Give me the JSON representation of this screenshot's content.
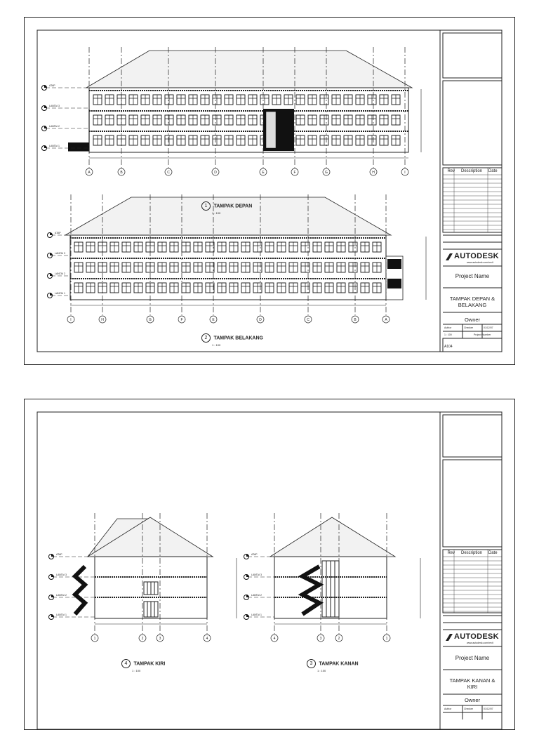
{
  "sheet1": {
    "view1": {
      "number": "1",
      "title": "TAMPAK DEPAN",
      "scale": "1 : 100"
    },
    "view2": {
      "number": "2",
      "title": "TAMPAK BELAKANG",
      "scale": "1 : 100"
    },
    "grids_front": [
      "A",
      "B",
      "C",
      "D",
      "E",
      "F",
      "G",
      "H",
      "I"
    ],
    "grids_back": [
      "I",
      "H",
      "G",
      "F",
      "E",
      "D",
      "C",
      "B",
      "A"
    ],
    "levels": [
      "ATAP",
      "LANTAI 3",
      "LANTAI 2",
      "LANTAI 1"
    ],
    "title_block": {
      "rev_headers": [
        "Rev",
        "Description",
        "Date"
      ],
      "brand": "AUTODESK",
      "brand_url": "www.autodesk.com/revit",
      "project": "Project Name",
      "sheet_title": "TAMPAK DEPAN & BELAKANG",
      "owner": "Owner",
      "author": "Author",
      "checker": "Checker",
      "date": "01/12/07",
      "scale": "1 : 100",
      "project_number": "Project Number",
      "sheet_number": "A104"
    }
  },
  "sheet2": {
    "view4": {
      "number": "4",
      "title": "TAMPAK KIRI",
      "scale": "1 : 100"
    },
    "view3": {
      "number": "3",
      "title": "TAMPAK KANAN",
      "scale": "1 : 100"
    },
    "grids_left": [
      "1",
      "2",
      "3",
      "4"
    ],
    "grids_right": [
      "4",
      "3",
      "2",
      "1"
    ],
    "levels": [
      "ATAP",
      "LANTAI 3",
      "LANTAI 2",
      "LANTAI 1"
    ],
    "title_block": {
      "rev_headers": [
        "Rev",
        "Description",
        "Date"
      ],
      "brand": "AUTODESK",
      "brand_url": "www.autodesk.com/revit",
      "project": "Project Name",
      "sheet_title": "TAMPAK KANAN & KIRI",
      "owner": "Owner",
      "author": "Author",
      "checker": "Checker",
      "date": "01/12/07"
    }
  }
}
